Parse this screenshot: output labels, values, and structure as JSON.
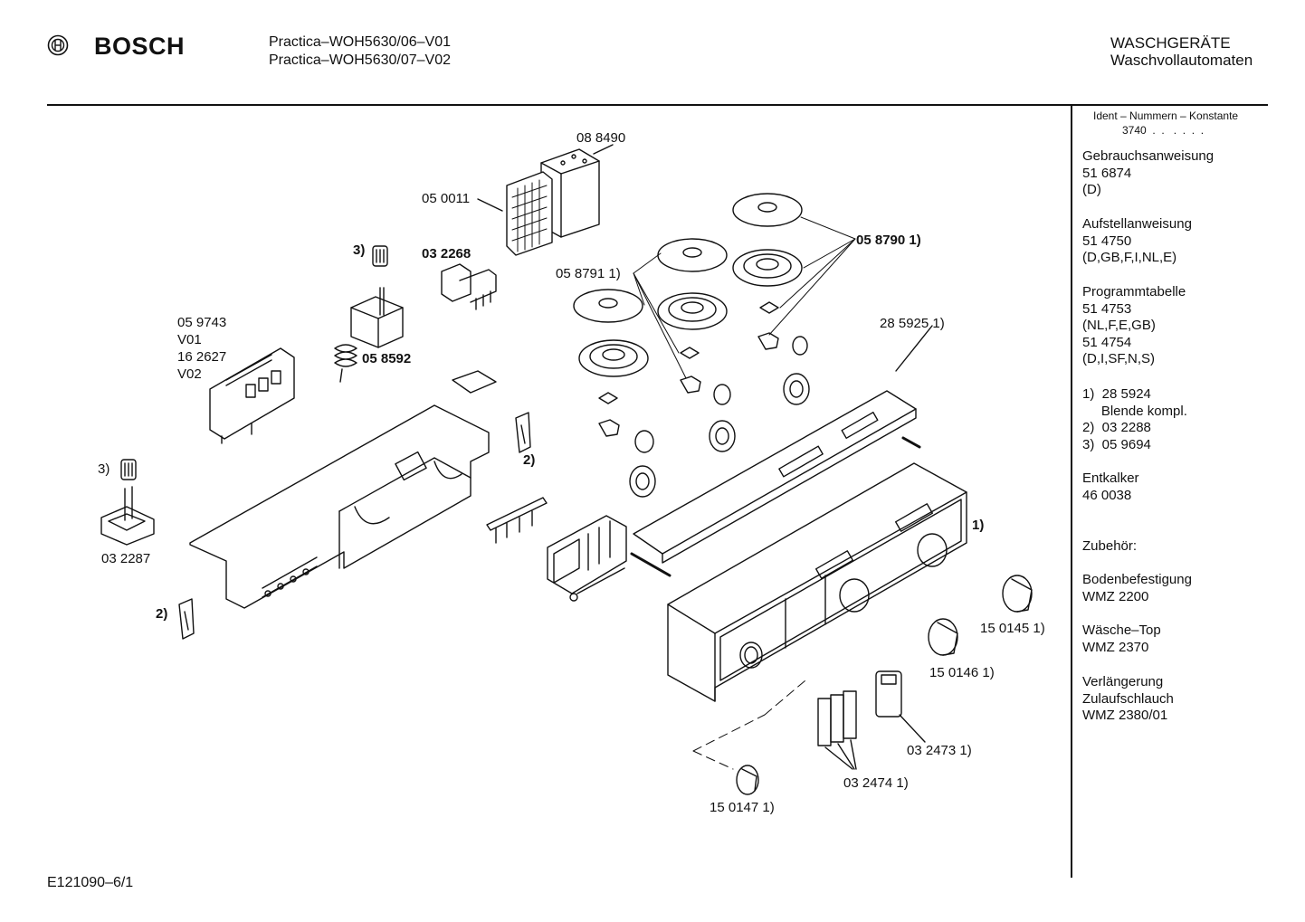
{
  "header": {
    "brand": "BOSCH",
    "model_1": "Practica–WOH5630/06–V01",
    "model_2": "Practica–WOH5630/07–V02",
    "category_1": "WASCHGERÄTE",
    "category_2": "Waschvollautomaten"
  },
  "sidebar": {
    "ident_title": "Ident – Nummern – Konstante",
    "ident_value": "3740  .  .   .  .  .  .",
    "blocks": [
      [
        "Gebrauchsanweisung",
        "51 6874",
        "(D)"
      ],
      [
        "Aufstellanweisung",
        "51 4750",
        "(D,GB,F,I,NL,E)"
      ],
      [
        "Programmtabelle",
        "51 4753",
        "(NL,F,E,GB)",
        "51 4754",
        "(D,I,SF,N,S)"
      ],
      [
        "1)  28 5924",
        "     Blende kompl.",
        "2)  03 2288",
        "3)  05 9694"
      ],
      [
        "Entkalker",
        "46 0038"
      ],
      [
        "Zubehör:"
      ],
      [
        "Bodenbefestigung",
        "WMZ 2200"
      ],
      [
        "Wäsche–Top",
        "WMZ 2370"
      ],
      [
        "Verlängerung",
        "Zulaufschlauch",
        "WMZ 2380/01"
      ]
    ]
  },
  "labels": {
    "p088490": "08 8490",
    "p050011": "05 0011",
    "p032268": "03 2268",
    "p059743": "05 9743",
    "v01": "V01",
    "p162627": "16 2627",
    "v02": "V02",
    "p058592": "05 8592",
    "p058791": "05 8791 1)",
    "p058790": "05 8790 1)",
    "p285925": "28 5925 1)",
    "n3a": "3)",
    "n3b": "3)",
    "n2a": "2)",
    "n2b": "2)",
    "p032287": "03 2287",
    "n1": "1)",
    "p150145": "15 0145 1)",
    "p150146": "15 0146 1)",
    "p032473": "03 2473 1)",
    "p032474": "03 2474 1)",
    "p150147": "15 0147 1)"
  },
  "footer": {
    "code": "E121090–6/1"
  }
}
